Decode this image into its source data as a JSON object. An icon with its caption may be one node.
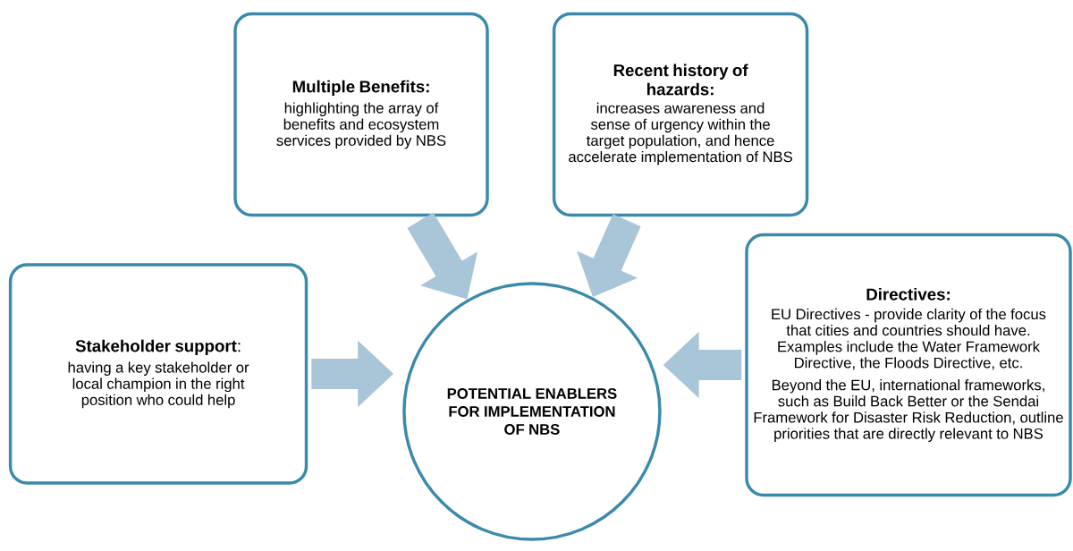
{
  "diagram": {
    "nodes": [
      {
        "text": [
          "POTENTIAL ENABLERS FOR IMPLEMENTATION OF NBS"
        ]
      },
      {
        "text": [
          "Multiple Benefits:",
          "highlighting the array of benefits and ecosystem services provided by NBS"
        ]
      },
      {
        "text": [
          "Recent history of hazards:",
          "increases awareness and sense of urgency within the target population, and hence accelerate implementation of NBS"
        ]
      },
      {
        "text": [
          "**Stakeholder support**:",
          "having a key stakeholder or local champion in the right position who could help"
        ]
      },
      {
        "text": [
          "Directives:",
          "EU Directives - provide clarity of the focus that cities and countries should have. Examples include the Water Framework Directive, the Floods Directive, etc.",
          "Beyond the EU, international frameworks, such as Build Back Better or the Sendai Framework for Disaster Risk Reduction, outline priorities that are directly relevant to NBS"
        ]
      }
    ],
    "edges": [
      {
        "from": 1,
        "to": 0,
        "arrow": "to"
      },
      {
        "from": 2,
        "to": 0,
        "arrow": "to"
      },
      {
        "from": 3,
        "to": 0,
        "arrow": "to"
      },
      {
        "from": 4,
        "to": 0,
        "arrow": "to"
      }
    ]
  }
}
